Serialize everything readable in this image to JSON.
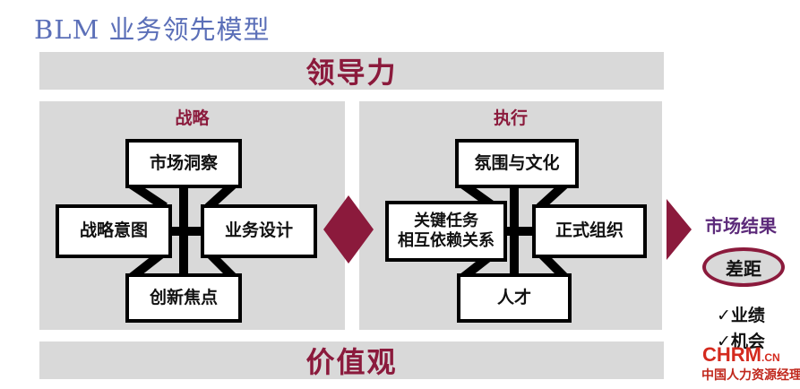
{
  "title": "BLM 业务领先模型",
  "leadership": "领导力",
  "values": "价值观",
  "strategy": {
    "title": "战略",
    "nodes": {
      "top": "市场洞察",
      "left": "战略意图",
      "right": "业务设计",
      "bottom": "创新焦点"
    }
  },
  "execution": {
    "title": "执行",
    "nodes": {
      "top": "氛围与文化",
      "left_line1": "关键任务",
      "left_line2": "相互依赖关系",
      "right": "正式组织",
      "bottom": "人才"
    }
  },
  "market_results": {
    "title": "市场结果",
    "gap": "差距",
    "items": [
      "✓业绩",
      "✓机会"
    ]
  },
  "logo": {
    "brand": "CHRM",
    "suffix": ".CN",
    "tagline": "中国人力资源经理"
  },
  "colors": {
    "accent": "#8b1a3c",
    "panel": "#d9d9d9",
    "title": "#5b6fb8",
    "result_title": "#5c2a7a"
  }
}
